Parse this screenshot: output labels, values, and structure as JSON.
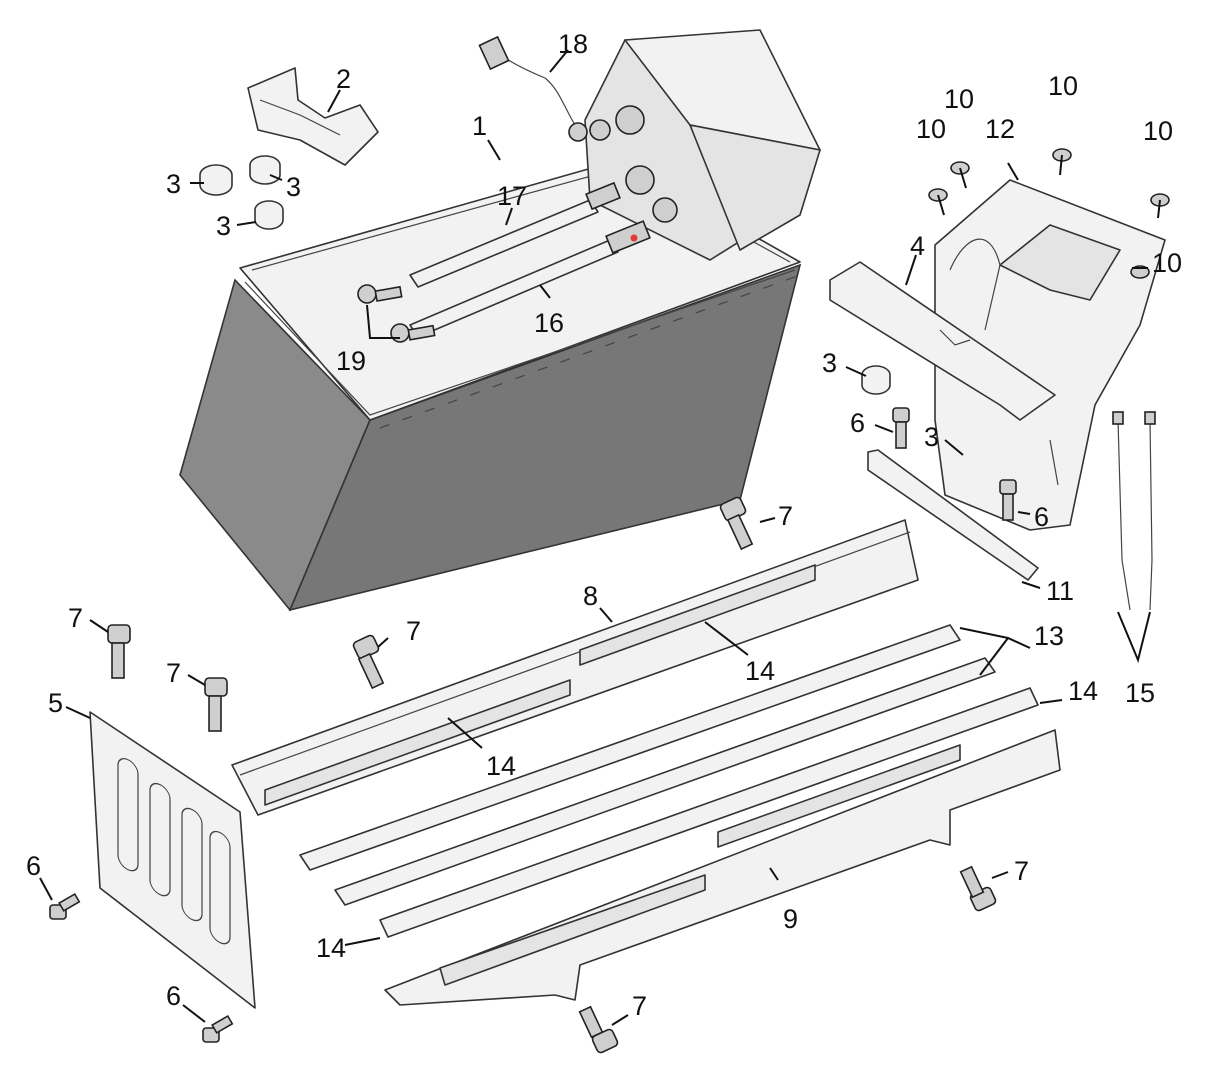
{
  "callouts": [
    {
      "id": "c1",
      "label": "1"
    },
    {
      "id": "c2",
      "label": "2"
    },
    {
      "id": "c3a",
      "label": "3"
    },
    {
      "id": "c3b",
      "label": "3"
    },
    {
      "id": "c3c",
      "label": "3"
    },
    {
      "id": "c3d",
      "label": "3"
    },
    {
      "id": "c3e",
      "label": "3"
    },
    {
      "id": "c4",
      "label": "4"
    },
    {
      "id": "c5",
      "label": "5"
    },
    {
      "id": "c6a",
      "label": "6"
    },
    {
      "id": "c6b",
      "label": "6"
    },
    {
      "id": "c6c",
      "label": "6"
    },
    {
      "id": "c6d",
      "label": "6"
    },
    {
      "id": "c7a",
      "label": "7"
    },
    {
      "id": "c7b",
      "label": "7"
    },
    {
      "id": "c7c",
      "label": "7"
    },
    {
      "id": "c7d",
      "label": "7"
    },
    {
      "id": "c7e",
      "label": "7"
    },
    {
      "id": "c7f",
      "label": "7"
    },
    {
      "id": "c8",
      "label": "8"
    },
    {
      "id": "c9",
      "label": "9"
    },
    {
      "id": "c10a",
      "label": "10"
    },
    {
      "id": "c10b",
      "label": "10"
    },
    {
      "id": "c10c",
      "label": "10"
    },
    {
      "id": "c10d",
      "label": "10"
    },
    {
      "id": "c10e",
      "label": "10"
    },
    {
      "id": "c11",
      "label": "11"
    },
    {
      "id": "c12",
      "label": "12"
    },
    {
      "id": "c13",
      "label": "13"
    },
    {
      "id": "c14a",
      "label": "14"
    },
    {
      "id": "c14b",
      "label": "14"
    },
    {
      "id": "c14c",
      "label": "14"
    },
    {
      "id": "c14d",
      "label": "14"
    },
    {
      "id": "c15",
      "label": "15"
    },
    {
      "id": "c16",
      "label": "16"
    },
    {
      "id": "c17",
      "label": "17"
    },
    {
      "id": "c18",
      "label": "18"
    },
    {
      "id": "c19",
      "label": "19"
    }
  ],
  "colors": {
    "line": "#111111",
    "part_fill": "#f2f2f2",
    "box_side": "#8a8a8a",
    "marker": "#e53935"
  }
}
